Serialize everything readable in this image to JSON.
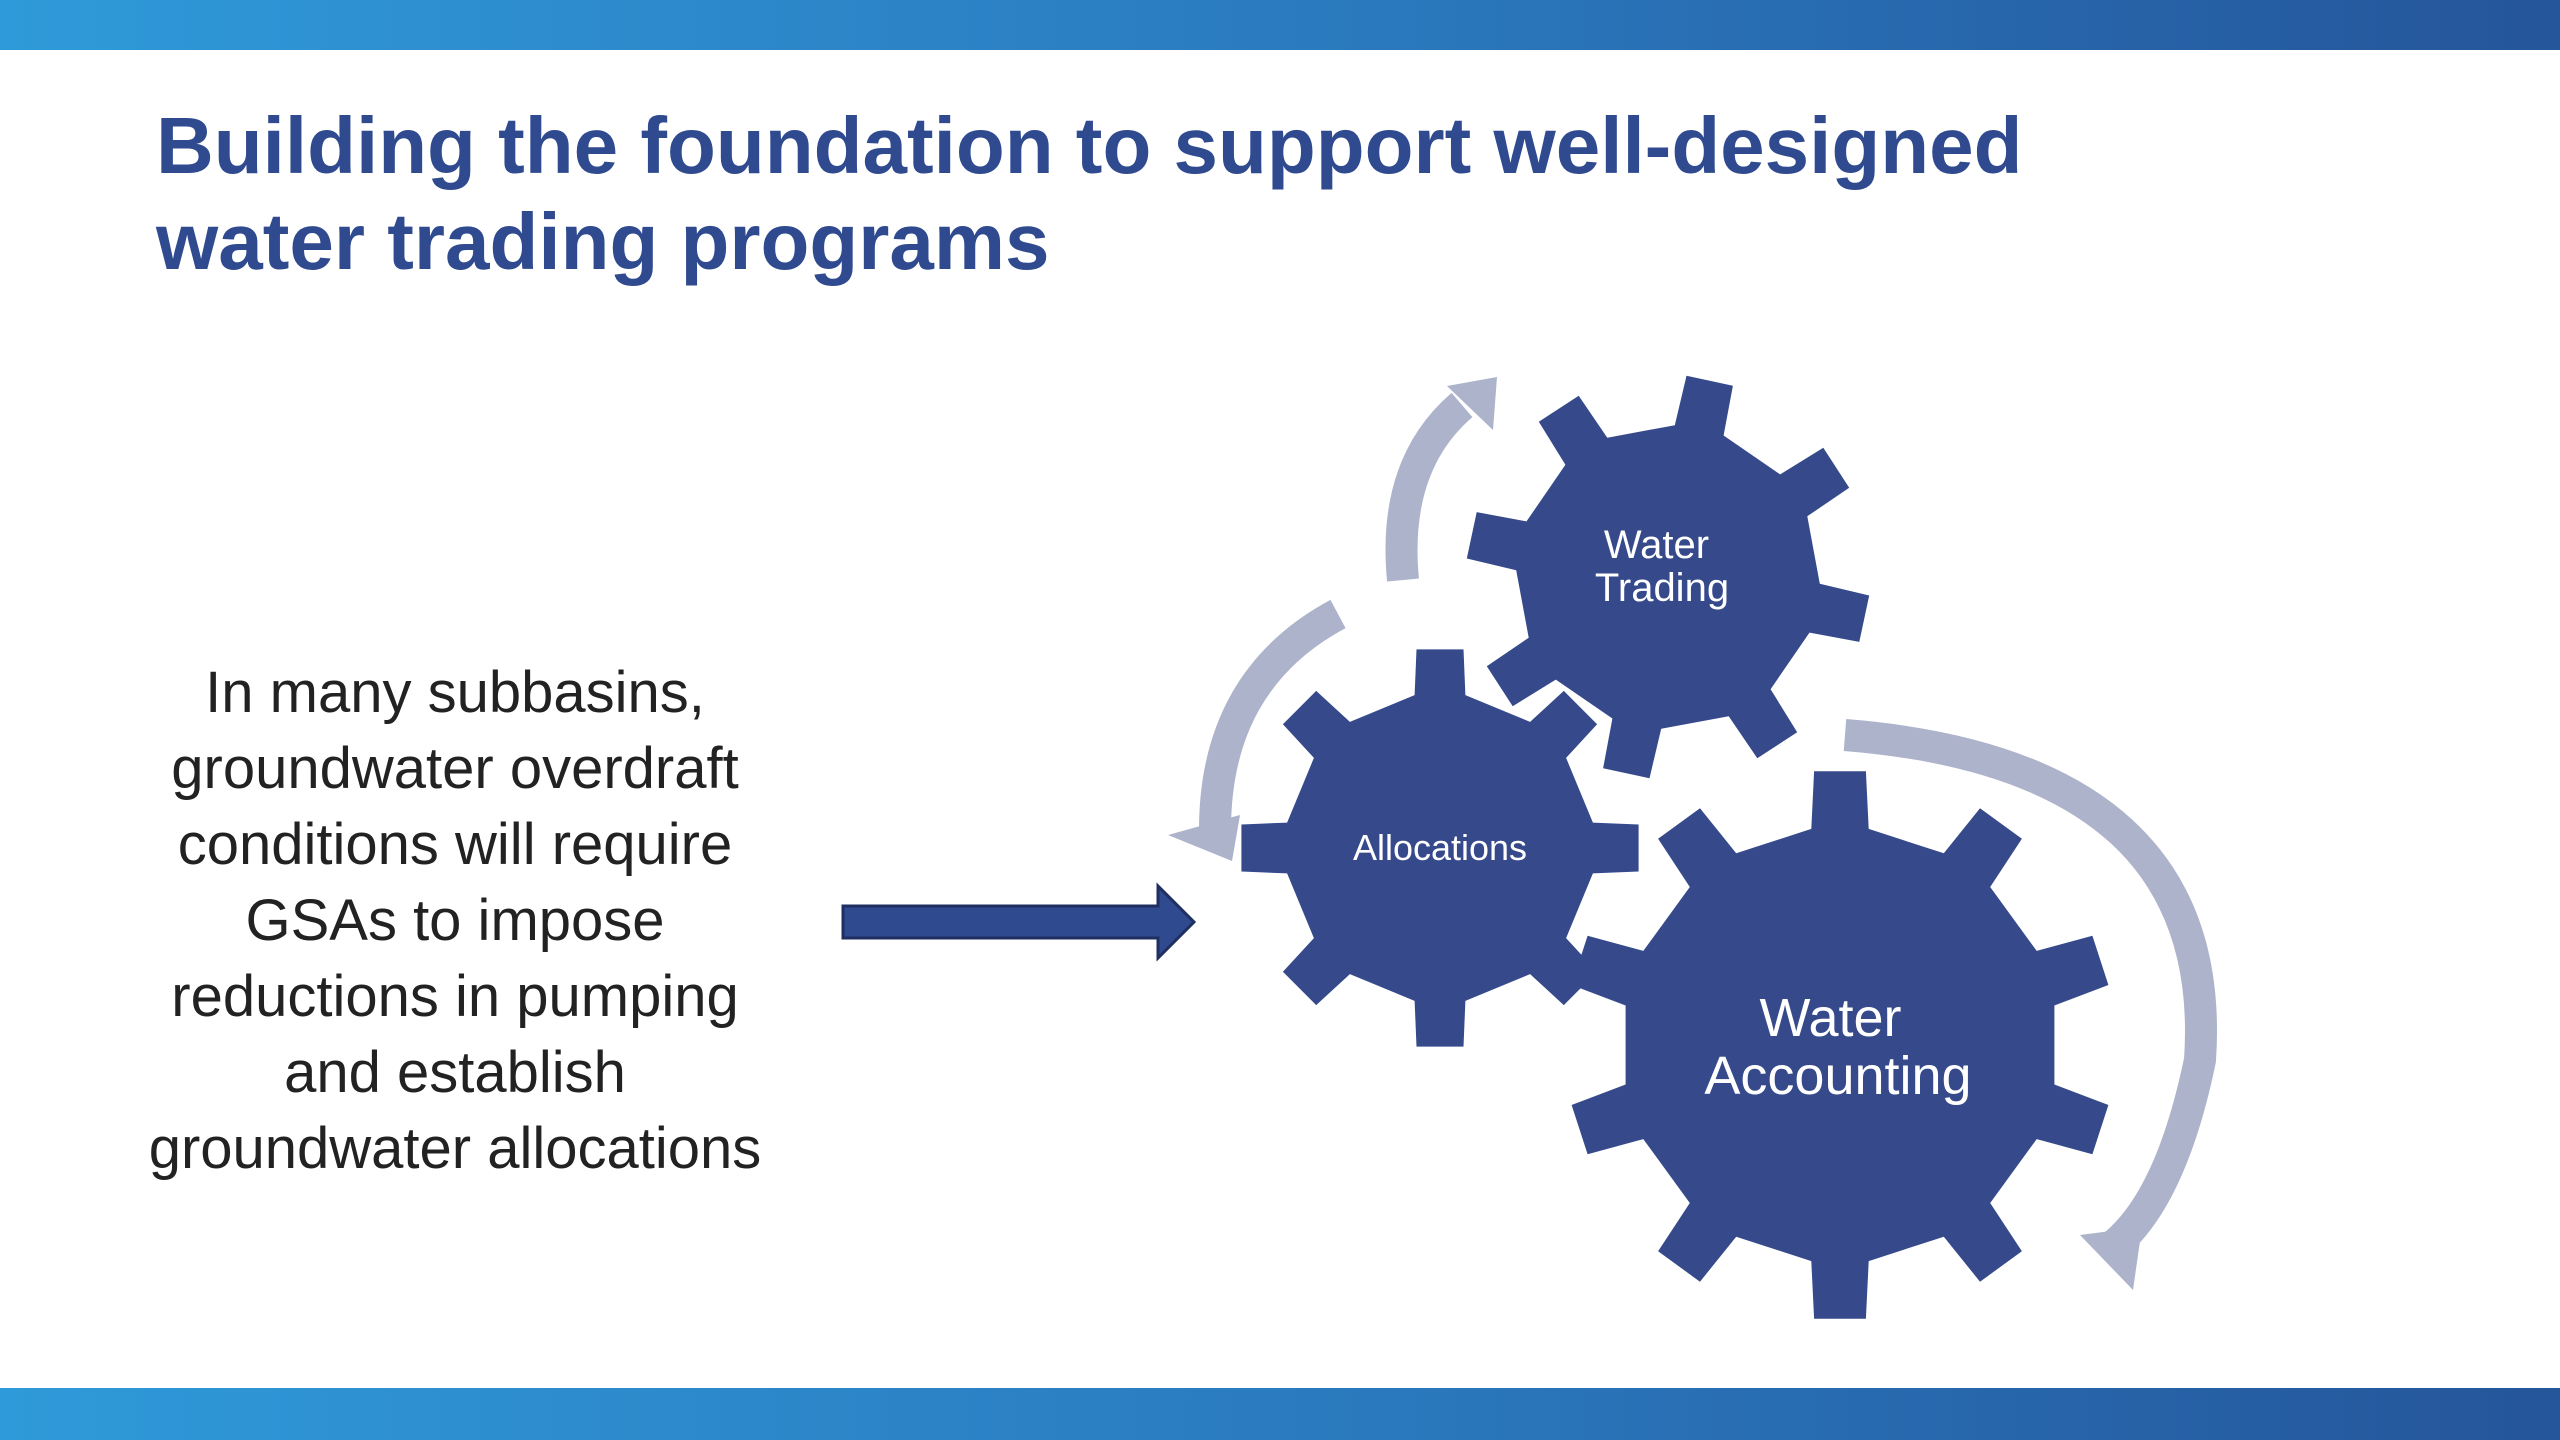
{
  "slide": {
    "title_lines": [
      "Building the foundation to support well-designed",
      "water trading programs"
    ],
    "body_lines": [
      "In many subbasins,",
      "groundwater overdraft",
      "conditions will require",
      "GSAs to impose",
      "reductions in pumping",
      "and establish",
      "groundwater allocations"
    ]
  },
  "diagram": {
    "gears": [
      {
        "id": "water-trading",
        "lines": [
          "Water",
          "Trading"
        ]
      },
      {
        "id": "allocations",
        "lines": [
          "Allocations"
        ]
      },
      {
        "id": "water-accounting",
        "lines": [
          "Water",
          "Accounting"
        ]
      }
    ]
  },
  "colors": {
    "gear": "#364a8b",
    "cycle_arrow": "#adb3cb",
    "pointer_arrow": "#2f4a8f",
    "title": "#2f4a8f",
    "band": "#2a78bd"
  }
}
